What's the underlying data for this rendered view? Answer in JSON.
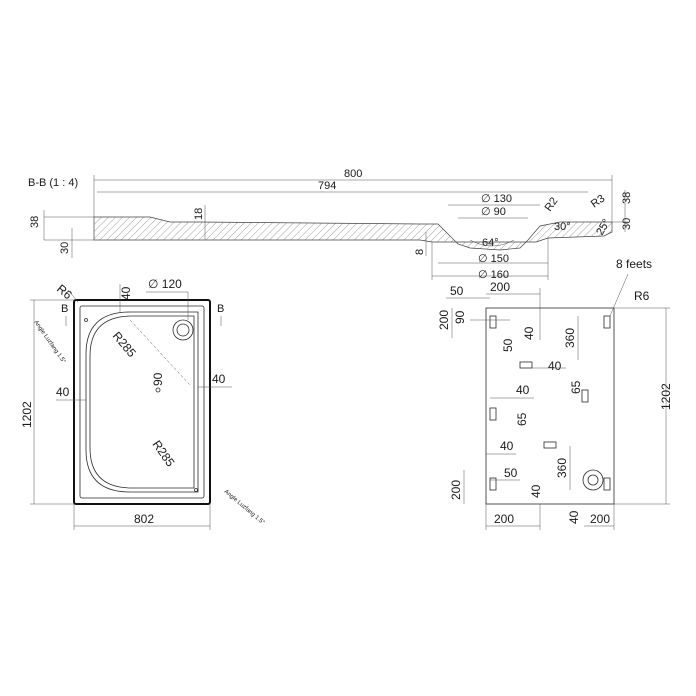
{
  "section": {
    "title": "B-B (1 : 4)",
    "dims": {
      "total": "800",
      "inner": "794",
      "h38_left": "38",
      "h30_left": "30",
      "h18": "18",
      "h8": "8",
      "d130": "∅ 130",
      "d90": "∅ 90",
      "d150": "∅ 150",
      "d160": "∅ 160",
      "angle64": "64°",
      "angle30": "30°",
      "angle25": "25°",
      "r2": "R2",
      "r3": "R3",
      "h38_right": "38",
      "h30_right": "30"
    }
  },
  "top_view": {
    "labels": {
      "r6": "R6",
      "b_left": "B",
      "b_right": "B",
      "d40_top": "40",
      "d120": "∅ 120",
      "r285_top": "R285",
      "d90": "90",
      "d40_left": "40",
      "d40_right": "40",
      "r285_bottom": "R285",
      "h1202": "1202",
      "w802": "802",
      "angle_note_top": "Angle Luzfang 1.5°",
      "angle_note_bottom": "Angle Luzfang 1.5°"
    }
  },
  "bottom_view": {
    "labels": {
      "feets": "8 feets",
      "r6": "R6",
      "d50_top": "50",
      "d200_top": "200",
      "d200_left_top": "200",
      "d90": "90",
      "d40_a": "40",
      "d50_mid": "50",
      "d360_top": "360",
      "d40_b": "40",
      "d40_c": "40",
      "d65_right": "65",
      "d65_mid": "65",
      "d40_d": "40",
      "d50_low": "50",
      "d360_bottom": "360",
      "d40_e": "40",
      "d200_left_bottom": "200",
      "h1202": "1202",
      "d200_bottom": "200",
      "d40_bottom": "40",
      "d200_bottom_right": "200"
    }
  }
}
